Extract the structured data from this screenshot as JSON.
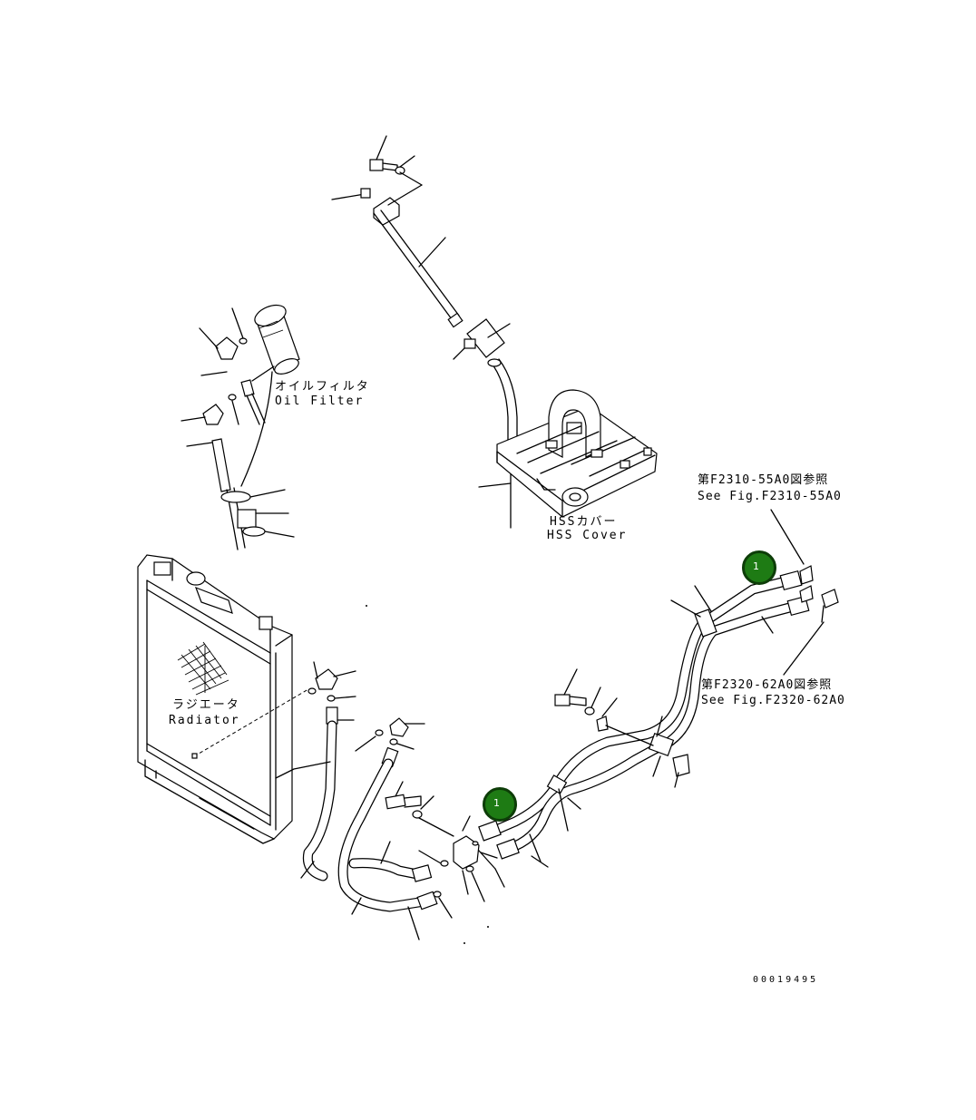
{
  "labels": {
    "oil_filter_jp": "オイルフィルタ",
    "oil_filter_en": "Oil Filter",
    "hss_cover_jp": "HSSカバー",
    "hss_cover_en": "HSS Cover",
    "ref_top_jp": "第F2310-55A0図参照",
    "ref_top_en": "See Fig.F2310-55A0",
    "ref_bottom_jp": "第F2320-62A0図参照",
    "ref_bottom_en": "See Fig.F2320-62A0",
    "radiator_jp": "ラジエータ",
    "radiator_en": "Radiator",
    "drawing_number": "00019495"
  },
  "callouts": [
    {
      "number": "1"
    },
    {
      "number": "1"
    }
  ]
}
